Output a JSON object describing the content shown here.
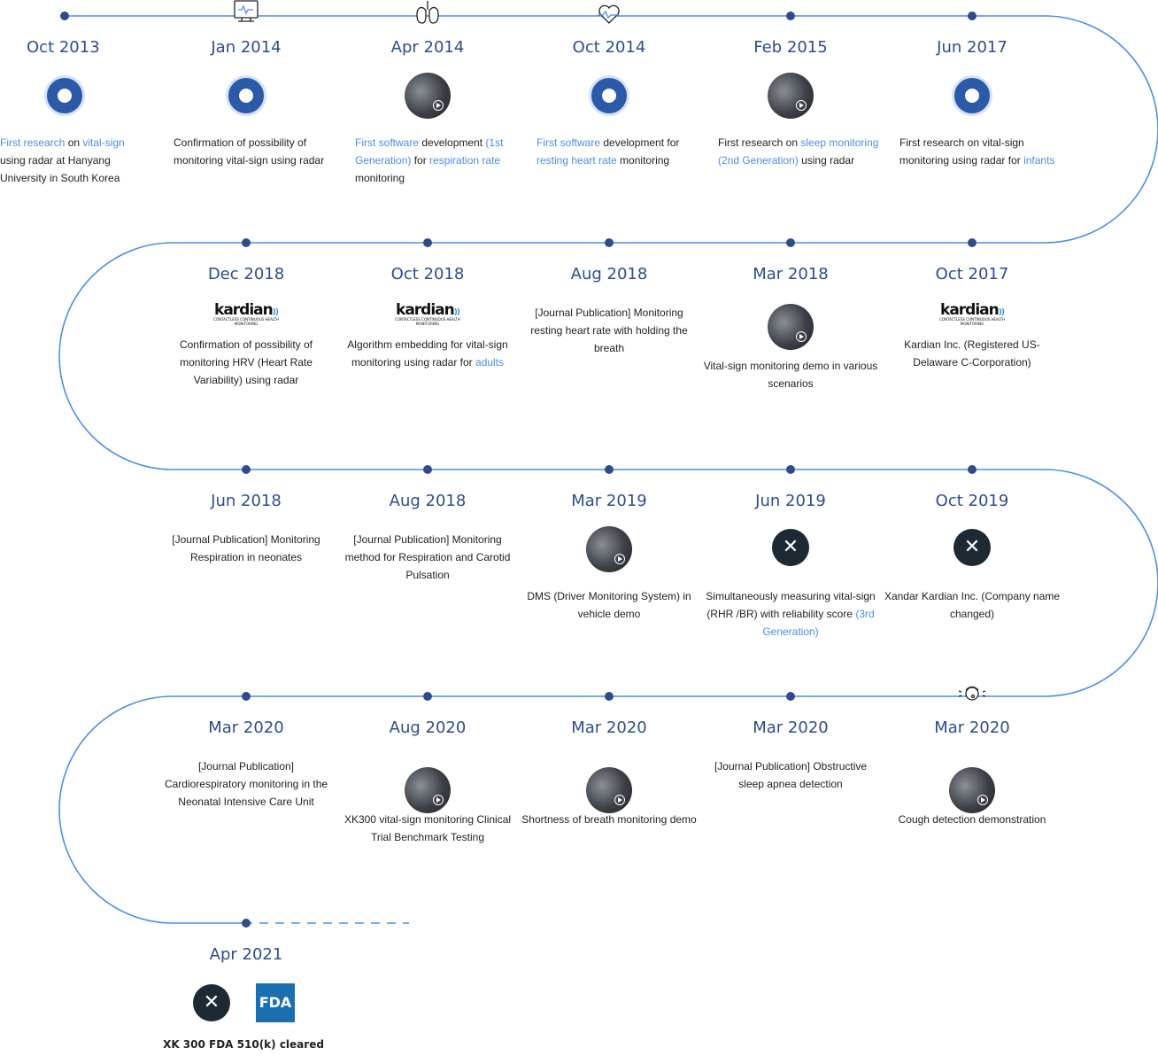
{
  "colors": {
    "line": "#4a8ee0",
    "dot": "#2d4d8a",
    "date": "#2d4d8a",
    "highlight": "#4a8ee0"
  },
  "events": [
    {
      "date": "Oct 2013",
      "parts": [
        {
          "t": "First research",
          "h": true
        },
        {
          "t": " on "
        },
        {
          "t": "vital-sign",
          "h": true
        },
        {
          "t": " using radar at Hanyang University in South Korea"
        }
      ],
      "media": "hanyang-seal"
    },
    {
      "date": "Jan 2014",
      "parts": [
        {
          "t": "Confirmation of possibility of monitoring vital-sign using radar"
        }
      ],
      "media": "hanyang-seal",
      "icon": "monitor-icon"
    },
    {
      "date": "Apr 2014",
      "parts": [
        {
          "t": "First software",
          "h": true
        },
        {
          "t": " development "
        },
        {
          "t": "(1st Generation)",
          "h": true
        },
        {
          "t": " for "
        },
        {
          "t": "respiration rate",
          "h": true
        },
        {
          "t": " monitoring"
        }
      ],
      "media": "video",
      "icon": "lungs-icon"
    },
    {
      "date": "Oct 2014",
      "parts": [
        {
          "t": "First software",
          "h": true
        },
        {
          "t": " development for "
        },
        {
          "t": "resting heart rate",
          "h": true
        },
        {
          "t": " monitoring"
        }
      ],
      "media": "hanyang-seal",
      "icon": "heartbeat-icon"
    },
    {
      "date": "Feb 2015",
      "parts": [
        {
          "t": "First research on "
        },
        {
          "t": "sleep monitoring (2nd Generation)",
          "h": true
        },
        {
          "t": " using radar"
        }
      ],
      "media": "video"
    },
    {
      "date": "Jun 2017",
      "parts": [
        {
          "t": "First research on vital-sign monitoring using radar for "
        },
        {
          "t": "infants",
          "h": true
        }
      ],
      "media": "hanyang-seal"
    },
    {
      "date": "Oct 2017",
      "parts": [
        {
          "t": "Kardian Inc. (Registered US-Delaware C-Corporation)"
        }
      ],
      "media": "kardian"
    },
    {
      "date": "Mar 2018",
      "parts": [
        {
          "t": "Vital-sign monitoring demo in various scenarios"
        }
      ],
      "media": "video"
    },
    {
      "date": "Aug 2018",
      "parts": [
        {
          "t": "[Journal Publication] Monitoring resting heart rate with holding the breath"
        }
      ]
    },
    {
      "date": "Oct 2018",
      "parts": [
        {
          "t": "Algorithm embedding for vital-sign monitoring using radar for "
        },
        {
          "t": "adults",
          "h": true
        }
      ],
      "media": "kardian"
    },
    {
      "date": "Dec 2018",
      "parts": [
        {
          "t": "Confirmation of possibility of monitoring HRV (Heart Rate Variability) using radar"
        }
      ],
      "media": "kardian"
    },
    {
      "date": "Jun 2018",
      "parts": [
        {
          "t": "[Journal Publication] Monitoring Respiration in neonates"
        }
      ]
    },
    {
      "date": "Aug 2018",
      "parts": [
        {
          "t": "[Journal Publication] Monitoring method for Respiration and Carotid Pulsation"
        }
      ]
    },
    {
      "date": "Mar 2019",
      "parts": [
        {
          "t": "DMS (Driver Monitoring System) in vehicle demo"
        }
      ],
      "media": "video"
    },
    {
      "date": "Jun 2019",
      "parts": [
        {
          "t": "Simultaneously measuring vital-sign (RHR /BR) with reliability score "
        },
        {
          "t": "(3rd Generation)",
          "h": true
        }
      ],
      "media": "xk"
    },
    {
      "date": "Oct 2019",
      "parts": [
        {
          "t": "Xandar Kardian Inc. (Company name changed)"
        }
      ],
      "media": "xk"
    },
    {
      "date": "Mar 2020",
      "parts": [
        {
          "t": "Cough detection demonstration"
        }
      ],
      "media": "video",
      "icon": "cough-icon"
    },
    {
      "date": "Mar 2020",
      "parts": [
        {
          "t": "[Journal Publication] Obstructive sleep apnea detection"
        }
      ]
    },
    {
      "date": "Mar 2020",
      "parts": [
        {
          "t": "Shortness of breath monitoring demo"
        }
      ],
      "media": "video"
    },
    {
      "date": "Aug 2020",
      "parts": [
        {
          "t": "XK300 vital-sign monitoring Clinical Trial Benchmark Testing"
        }
      ],
      "media": "video"
    },
    {
      "date": "Mar 2020",
      "parts": [
        {
          "t": "[Journal Publication] Cardiorespiratory monitoring in the Neonatal Intensive Care Unit"
        }
      ]
    },
    {
      "date": "Apr 2021",
      "parts": [],
      "media": "final"
    }
  ],
  "logos": {
    "kardian": "kardian",
    "kardian_tag": "CONTACTLESS CONTINUOUS HEALTH MONITORING",
    "xk": "✕",
    "fda": "FDA"
  },
  "final_caption": "XK 300 FDA 510(k) cleared"
}
